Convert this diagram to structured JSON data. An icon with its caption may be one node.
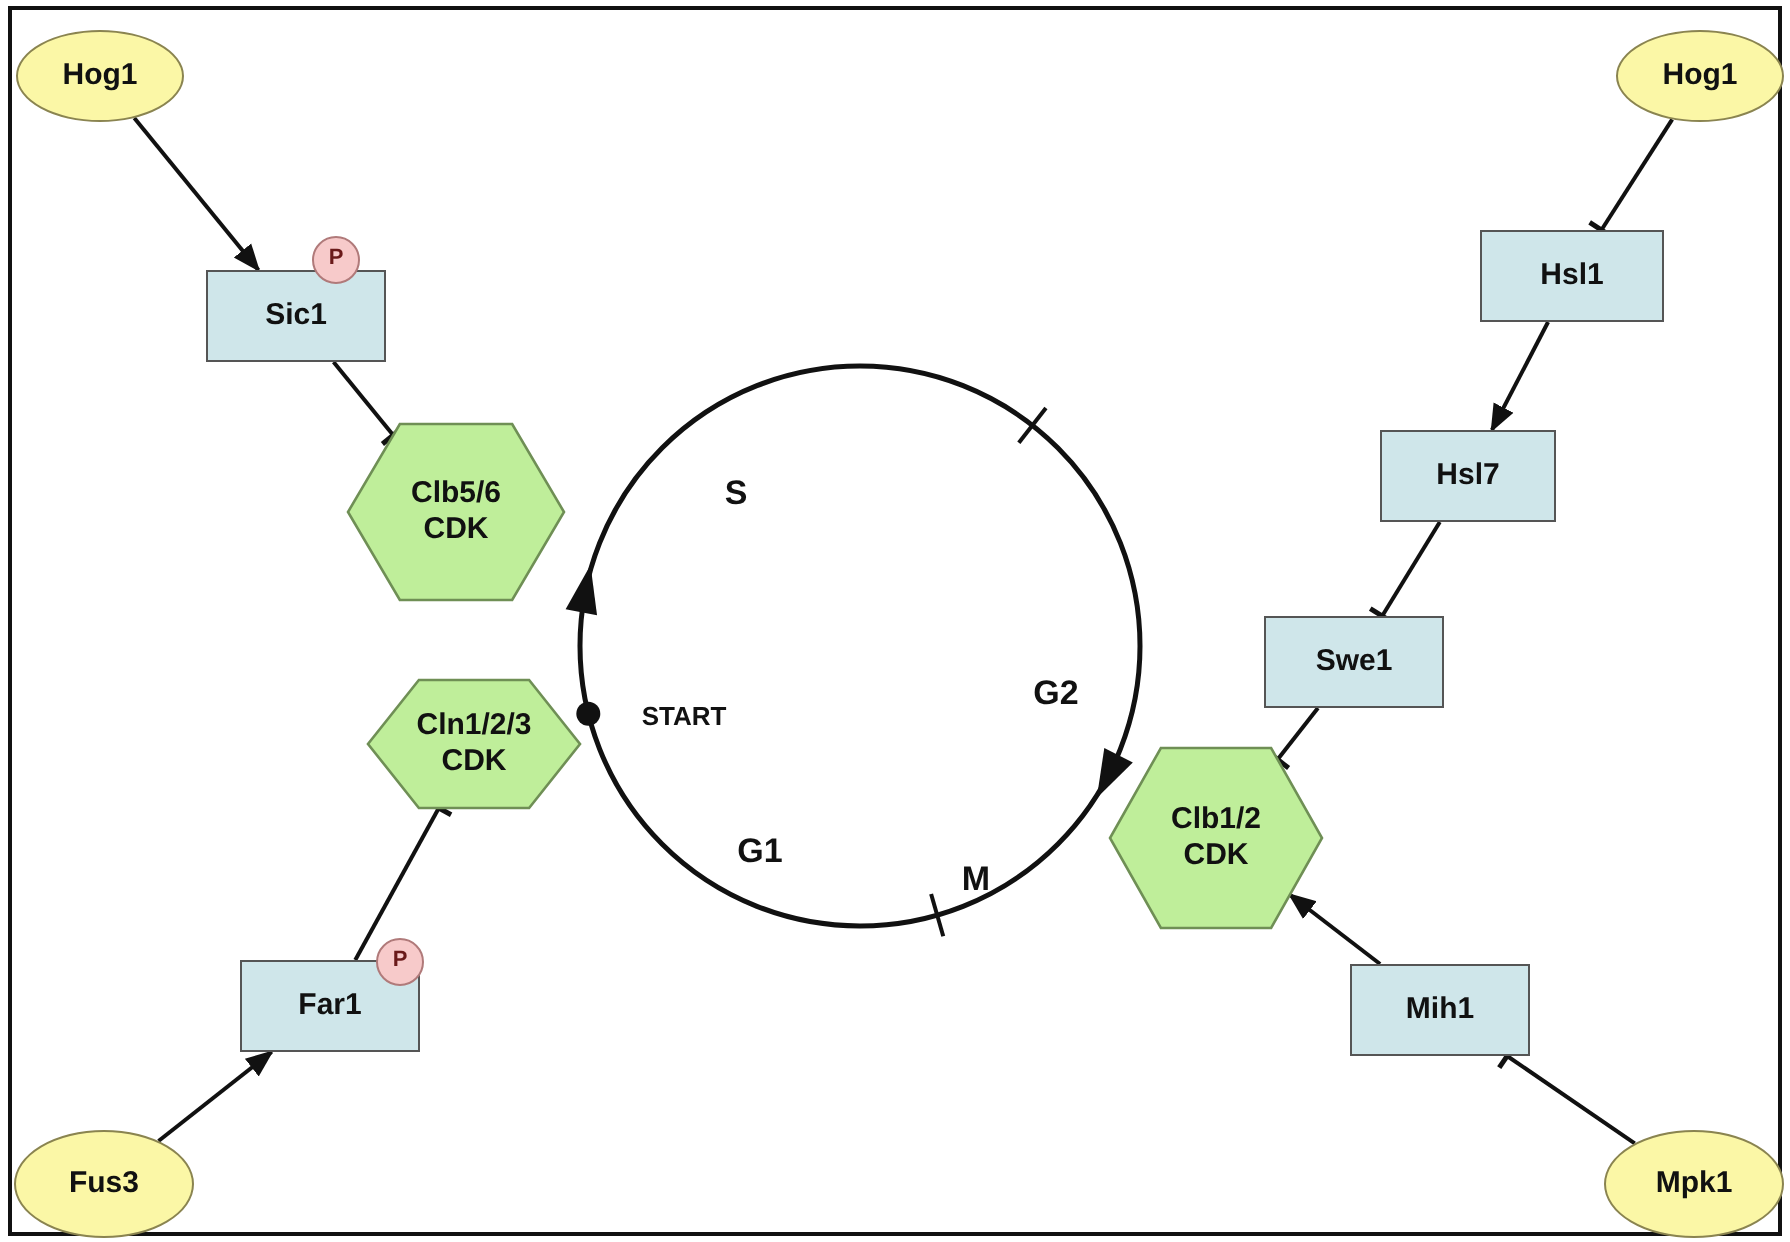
{
  "diagram": {
    "nodes": [
      {
        "text": [
          "Hog1"
        ]
      },
      {
        "text": [
          "Hog1"
        ]
      },
      {
        "text": [
          "Sic1"
        ]
      },
      {
        "text": [
          "P"
        ]
      },
      {
        "text": [
          "Hsl1"
        ]
      },
      {
        "text": [
          "Hsl7"
        ]
      },
      {
        "text": [
          "Clb5/6 CDK"
        ]
      },
      {
        "text": [
          "Swe1"
        ]
      },
      {
        "text": [
          "Cln1/2/3 CDK"
        ]
      },
      {
        "text": [
          "Clb1/2 CDK"
        ]
      },
      {
        "text": [
          "Far1"
        ]
      },
      {
        "text": [
          "P"
        ]
      },
      {
        "text": [
          "Mih1"
        ]
      },
      {
        "text": [
          "Fus3"
        ]
      },
      {
        "text": [
          "Mpk1"
        ]
      }
    ],
    "edges": [
      {
        "from": 0,
        "to": 2,
        "arrow": "to"
      },
      {
        "from": 1,
        "to": 4,
        "arrow": "other"
      },
      {
        "from": 2,
        "to": 6,
        "arrow": "other"
      },
      {
        "from": 4,
        "to": 5,
        "arrow": "to"
      },
      {
        "from": 5,
        "to": 7,
        "arrow": "other"
      },
      {
        "from": 7,
        "to": 9,
        "arrow": "other"
      },
      {
        "from": 10,
        "to": 8,
        "arrow": "other"
      },
      {
        "from": 12,
        "to": 9,
        "arrow": "to"
      },
      {
        "from": 13,
        "to": 10,
        "arrow": "to"
      },
      {
        "from": 14,
        "to": 12,
        "arrow": "other"
      }
    ],
    "labels": [
      "S",
      "G2",
      "START",
      "G1",
      "M"
    ]
  }
}
